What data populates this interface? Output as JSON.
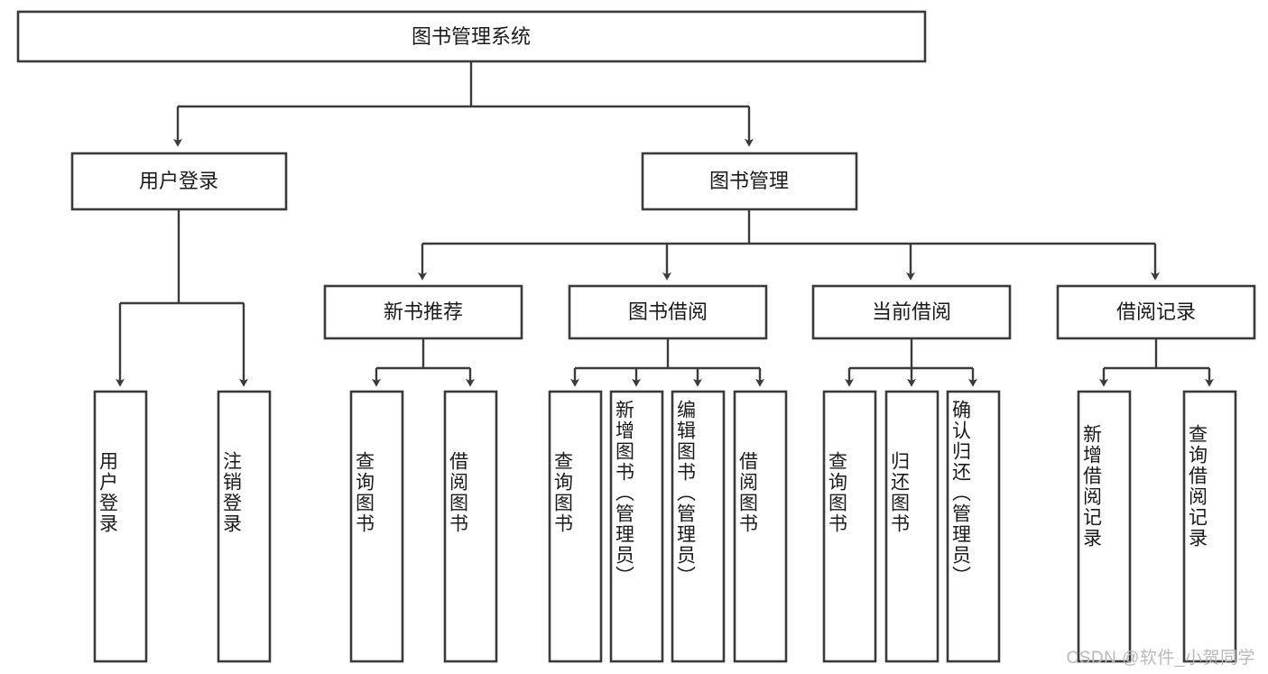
{
  "diagram": {
    "type": "tree-hierarchy",
    "title": "图书管理系统",
    "root": {
      "id": "root",
      "label": "图书管理系统",
      "orientation": "horizontal"
    },
    "level2": [
      {
        "id": "user-login",
        "label": "用户登录",
        "orientation": "horizontal"
      },
      {
        "id": "book-manage",
        "label": "图书管理",
        "orientation": "horizontal"
      }
    ],
    "level3": [
      {
        "id": "new-book-recommend",
        "label": "新书推荐",
        "orientation": "horizontal",
        "parent": "book-manage"
      },
      {
        "id": "book-borrow",
        "label": "图书借阅",
        "orientation": "horizontal",
        "parent": "book-manage"
      },
      {
        "id": "current-borrow",
        "label": "当前借阅",
        "orientation": "horizontal",
        "parent": "book-manage"
      },
      {
        "id": "borrow-record",
        "label": "借阅记录",
        "orientation": "horizontal",
        "parent": "book-manage"
      }
    ],
    "leaves": [
      {
        "id": "leaf-user-login",
        "label": "用户登录",
        "orientation": "vertical",
        "parent": "user-login"
      },
      {
        "id": "leaf-user-logout",
        "label": "注销登录",
        "orientation": "vertical",
        "parent": "user-login"
      },
      {
        "id": "leaf-query-book-1",
        "label": "查询图书",
        "orientation": "vertical",
        "parent": "new-book-recommend"
      },
      {
        "id": "leaf-borrow-book-1",
        "label": "借阅图书",
        "orientation": "vertical",
        "parent": "new-book-recommend"
      },
      {
        "id": "leaf-query-book-2",
        "label": "查询图书",
        "orientation": "vertical",
        "parent": "book-borrow"
      },
      {
        "id": "leaf-add-book",
        "label": "新增图书（管理员）",
        "orientation": "vertical",
        "parent": "book-borrow"
      },
      {
        "id": "leaf-edit-book",
        "label": "编辑图书（管理员）",
        "orientation": "vertical",
        "parent": "book-borrow"
      },
      {
        "id": "leaf-borrow-book-2",
        "label": "借阅图书",
        "orientation": "vertical",
        "parent": "book-borrow"
      },
      {
        "id": "leaf-query-book-3",
        "label": "查询图书",
        "orientation": "vertical",
        "parent": "current-borrow"
      },
      {
        "id": "leaf-return-book",
        "label": "归还图书",
        "orientation": "vertical",
        "parent": "current-borrow"
      },
      {
        "id": "leaf-confirm-return",
        "label": "确认归还（管理员）",
        "orientation": "vertical",
        "parent": "current-borrow"
      },
      {
        "id": "leaf-add-record",
        "label": "新增借阅记录",
        "orientation": "vertical",
        "parent": "borrow-record"
      },
      {
        "id": "leaf-query-record",
        "label": "查询借阅记录",
        "orientation": "vertical",
        "parent": "borrow-record"
      }
    ],
    "colors": {
      "stroke": "#3a3a3a",
      "fill": "#ffffff",
      "text": "#1a1a1a",
      "watermark": "#b9b9b9"
    }
  },
  "watermark": {
    "text": "CSDN @软件_小贺同学"
  }
}
